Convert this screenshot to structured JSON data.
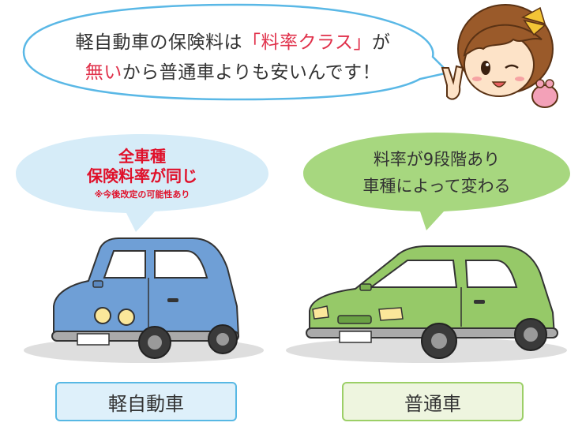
{
  "top_bubble": {
    "line1_a": "軽自動車の保険料は",
    "line1_highlight": "「料率クラス」",
    "line1_b": "が",
    "line2_highlight": "無い",
    "line2_b": "から普通車よりも安いんです！"
  },
  "kei_bubble": {
    "line1": "全車種",
    "line2": "保険料率が同じ",
    "note": "※今後改定の可能性あり"
  },
  "futsu_bubble": {
    "line1": "料率が9段階あり",
    "line2": "車種によって変わる"
  },
  "labels": {
    "kei": "軽自動車",
    "futsu": "普通車"
  },
  "colors": {
    "highlight_red": "#e0304a",
    "note_red": "#e0102a",
    "kei_car": "#6f9fd6",
    "futsu_car": "#96c968",
    "kei_bubble": "#d6ecf8",
    "futsu_bubble": "#a7d77f"
  }
}
